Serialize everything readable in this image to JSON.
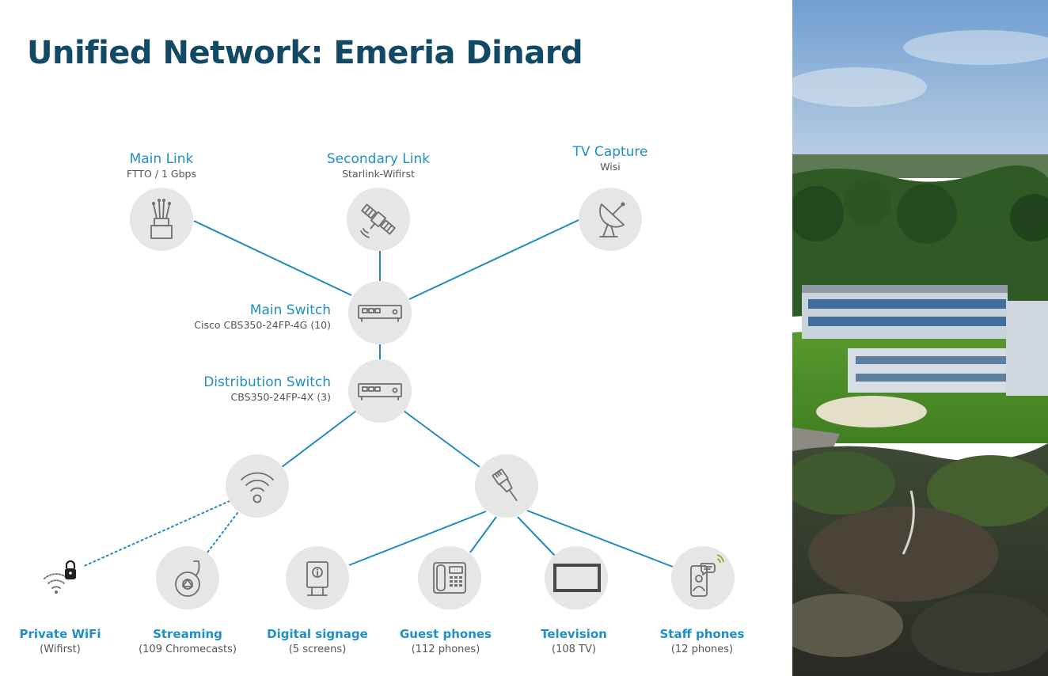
{
  "title": "Unified Network: Emeria Dinard",
  "colors": {
    "title": "#124a66",
    "accent": "#1f8fc6",
    "link": "#1e8ac0",
    "node": "#e6e6e6",
    "icon": "#6e6e6e"
  },
  "nodes": {
    "main_link": {
      "name": "Main Link",
      "sub": "FTTO / 1 Gbps",
      "icon": "fiber-optic-icon"
    },
    "secondary_link": {
      "name": "Secondary Link",
      "sub": "Starlink-Wifirst",
      "icon": "satellite-icon"
    },
    "tv_capture": {
      "name": "TV Capture",
      "sub": "Wisi",
      "icon": "satellite-dish-icon"
    },
    "main_switch": {
      "name": "Main Switch",
      "sub": "Cisco CBS350-24FP-4G (10)",
      "icon": "network-switch-icon"
    },
    "distribution_switch": {
      "name": "Distribution Switch",
      "sub": "CBS350-24FP-4X (3)",
      "icon": "network-switch-icon"
    },
    "wifi": {
      "icon": "wifi-icon"
    },
    "ethernet": {
      "icon": "ethernet-plug-icon"
    }
  },
  "endpoints": {
    "private_wifi": {
      "name": "Private WiFi",
      "sub": "(Wifirst)",
      "icon": "wifi-lock-icon"
    },
    "streaming": {
      "name": "Streaming",
      "sub": "(109 Chromecasts)",
      "icon": "chromecast-icon"
    },
    "digital_signage": {
      "name": "Digital signage",
      "sub": "(5 screens)",
      "icon": "info-kiosk-icon"
    },
    "guest_phones": {
      "name": "Guest phones",
      "sub": "(112 phones)",
      "icon": "desk-phone-icon"
    },
    "television": {
      "name": "Television",
      "sub": "(108 TV)",
      "icon": "tv-icon"
    },
    "staff_phones": {
      "name": "Staff phones",
      "sub": "(12 phones)",
      "icon": "smartphone-icon"
    }
  },
  "photo": {
    "subject": "aerial-hotel-photo"
  }
}
